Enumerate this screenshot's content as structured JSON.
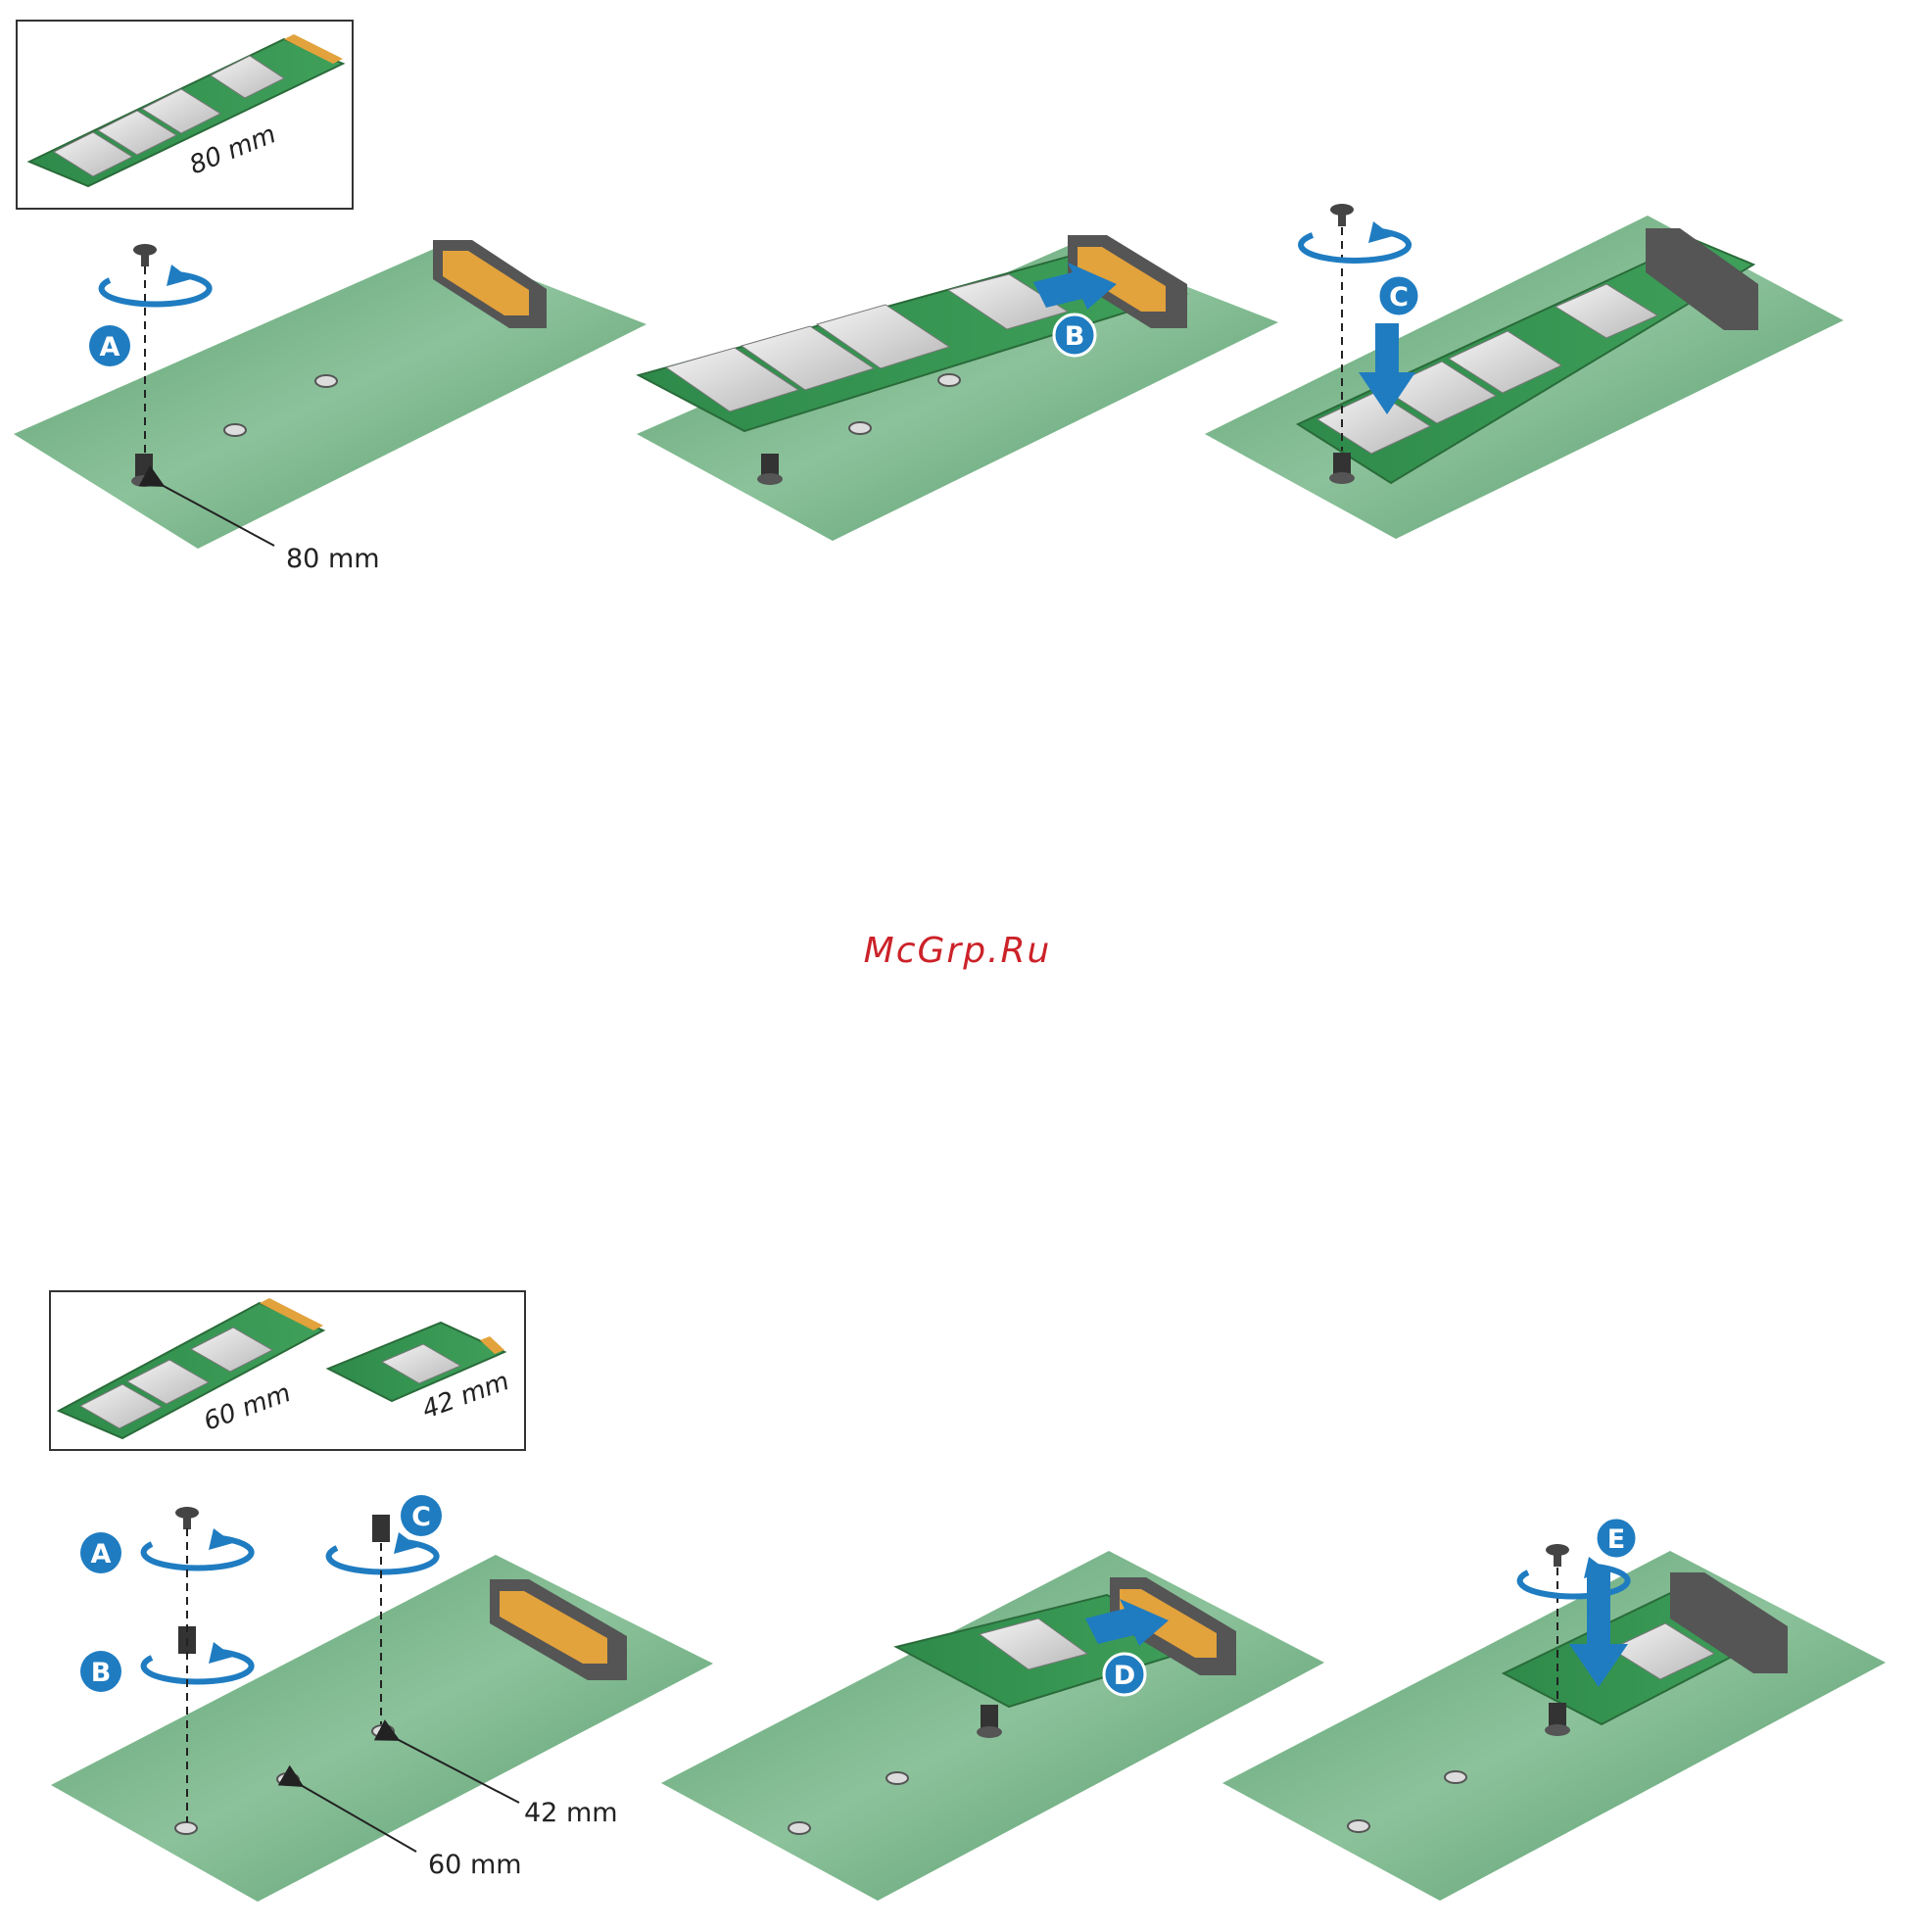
{
  "colors": {
    "pcb_light": "#7fb88d",
    "pcb_dark": "#4f9463",
    "accent_blue": "#1f7cc1",
    "watermark": "#cc2229"
  },
  "top": {
    "legend_size": "80 mm",
    "step_a": "A",
    "step_b": "B",
    "step_c": "C",
    "callout_80": "80 mm"
  },
  "watermark": "McGrp.Ru",
  "bottom": {
    "legend_size_60": "60 mm",
    "legend_size_42": "42 mm",
    "step_a": "A",
    "step_b": "B",
    "step_c": "C",
    "step_d": "D",
    "step_e": "E",
    "callout_42": "42 mm",
    "callout_60": "60 mm"
  }
}
